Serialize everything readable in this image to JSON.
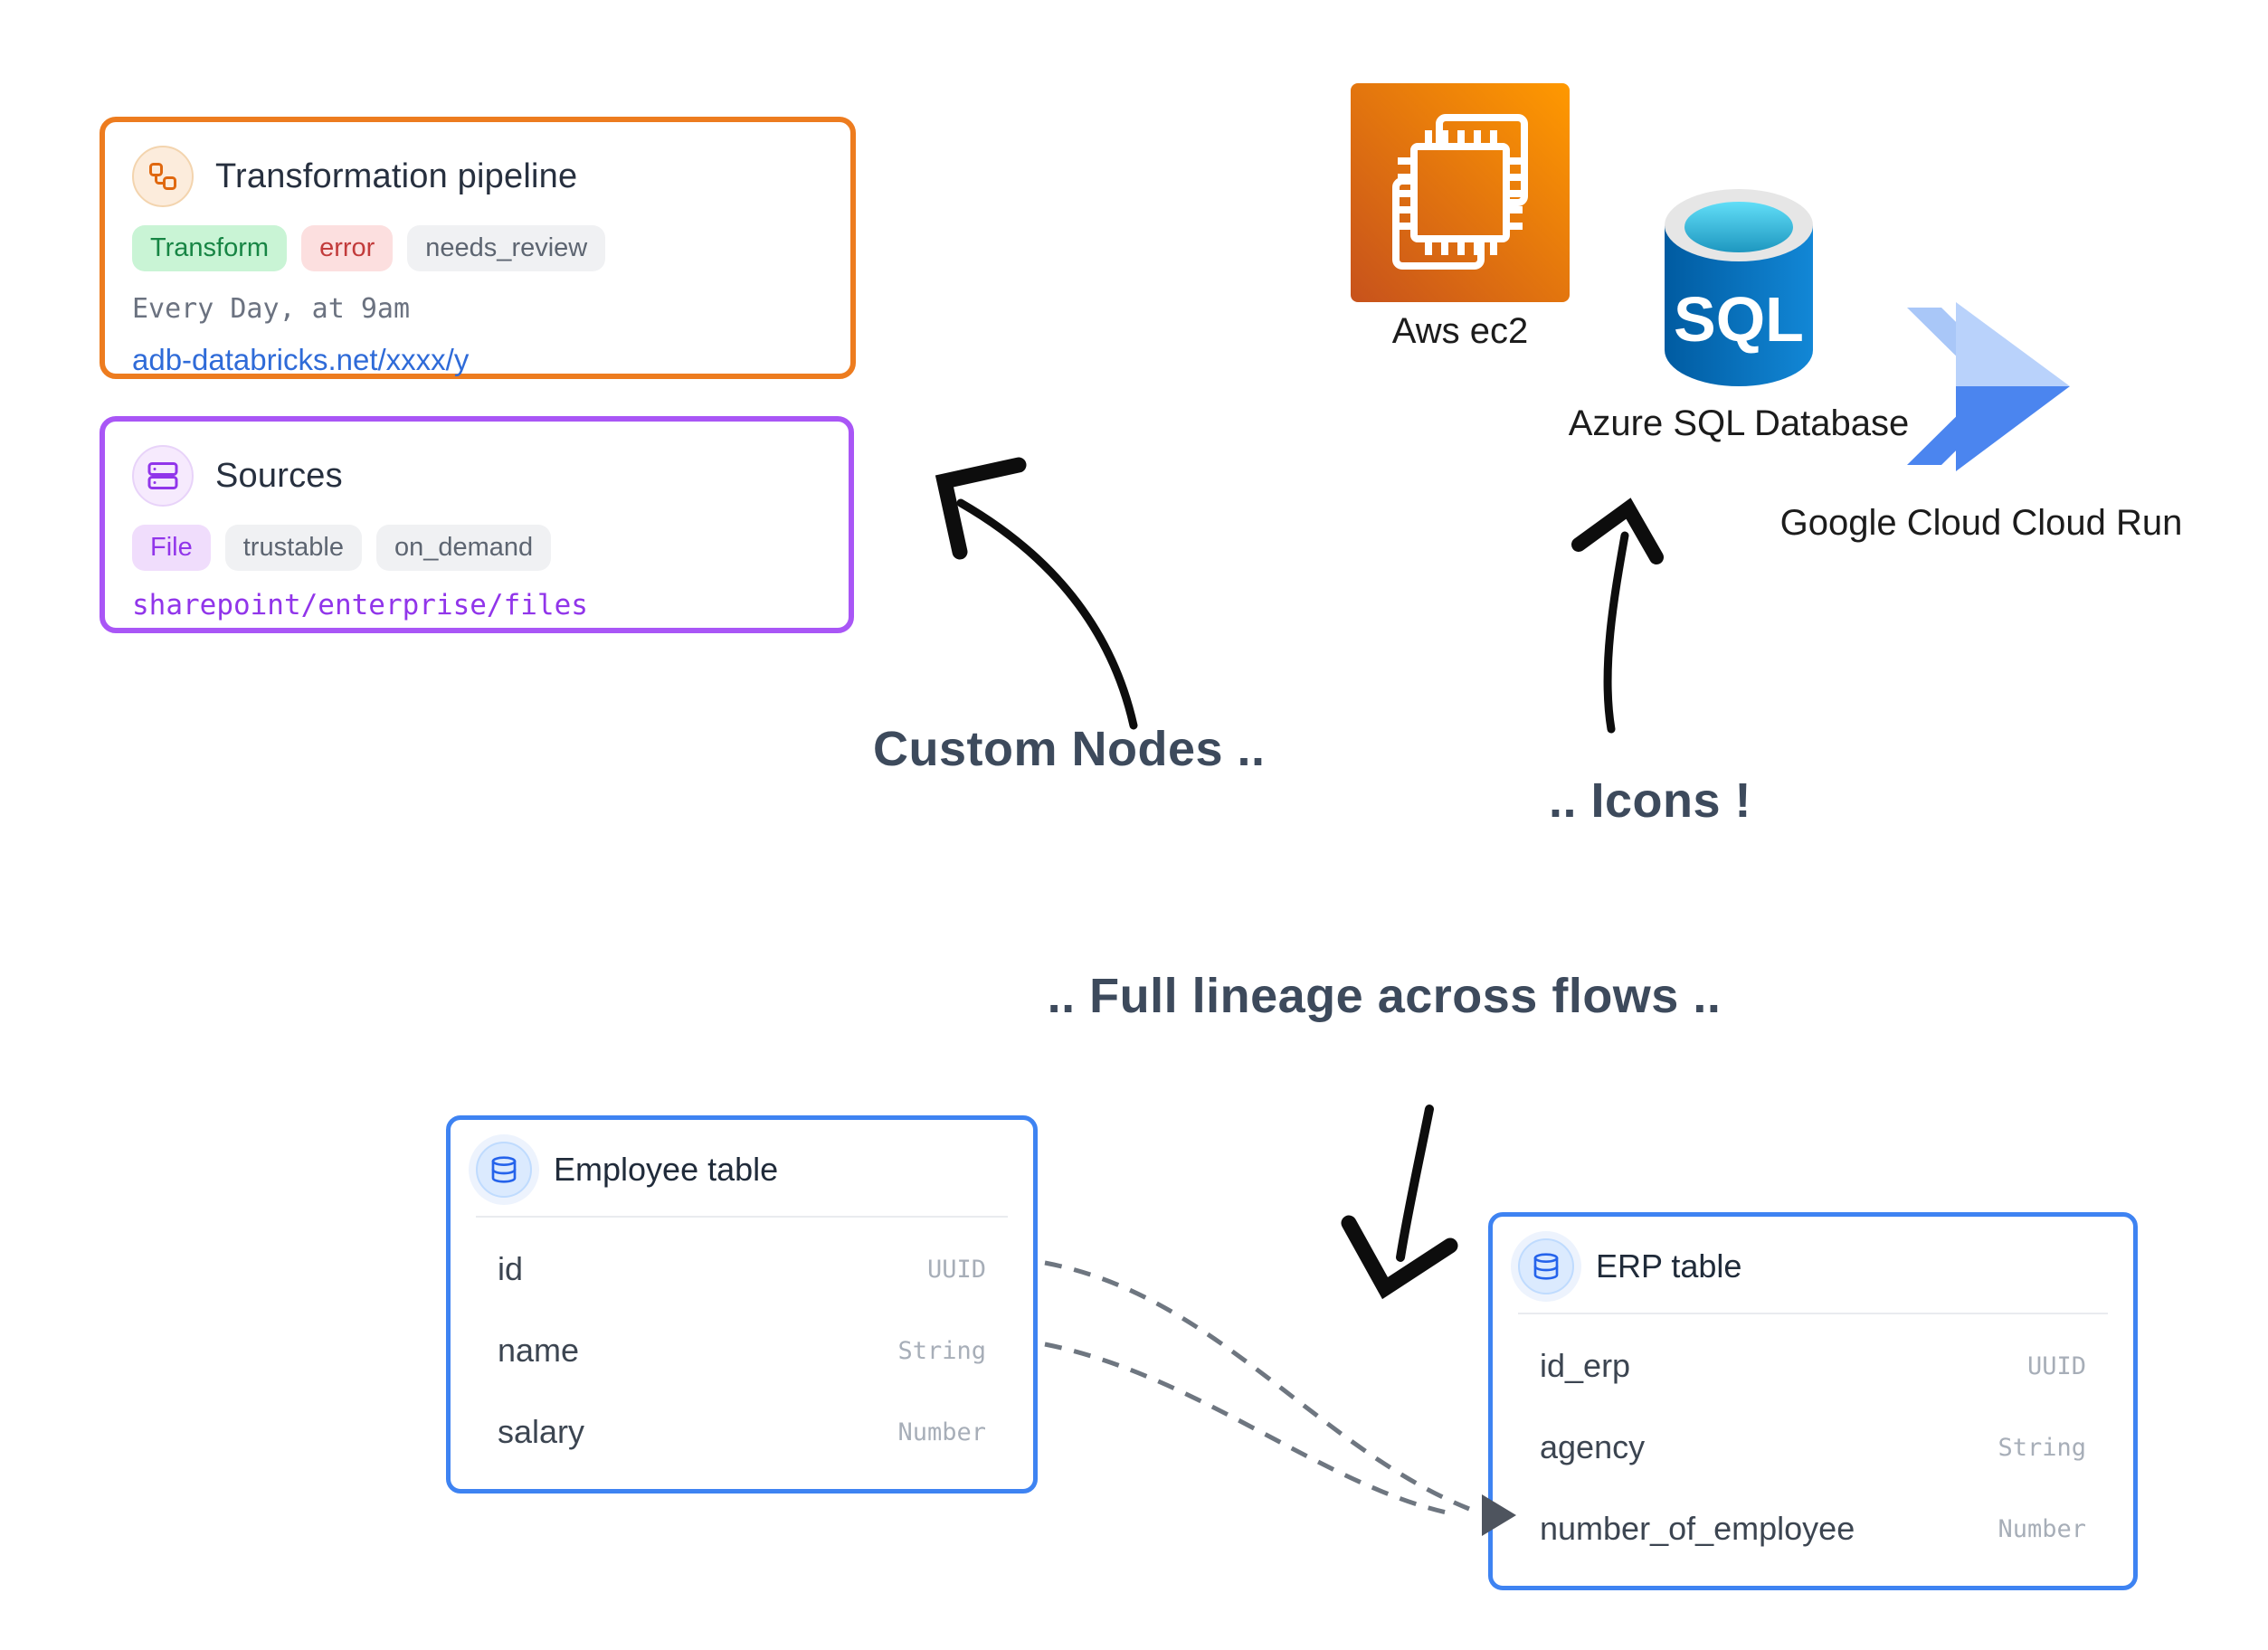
{
  "pipeline_node": {
    "title": "Transformation pipeline",
    "accent": "#ed7c1f",
    "icon": "workflow-icon",
    "badges": [
      {
        "label": "Transform",
        "bg": "#c9f4d5",
        "fg": "#178544"
      },
      {
        "label": "error",
        "bg": "#fcdfdf",
        "fg": "#c23b3b"
      },
      {
        "label": "needs_review",
        "bg": "#f0f1f3",
        "fg": "#5d6571"
      }
    ],
    "schedule": "Every Day, at 9am",
    "link": "adb-databricks.net/xxxx/y",
    "link_color": "#2f6bd8"
  },
  "sources_node": {
    "title": "Sources",
    "accent": "#a956f6",
    "icon": "server-icon",
    "badges": [
      {
        "label": "File",
        "bg": "#f0ddfc",
        "fg": "#9135ea"
      },
      {
        "label": "trustable",
        "bg": "#f0f1f3",
        "fg": "#5d6571"
      },
      {
        "label": "on_demand",
        "bg": "#f0f1f3",
        "fg": "#5d6571"
      }
    ],
    "link": "sharepoint/enterprise/files",
    "link_color": "#9135ea"
  },
  "cloud_icons": {
    "aws": {
      "label": "Aws ec2"
    },
    "azure": {
      "label": "Azure SQL Database",
      "badge_text": "SQL"
    },
    "cloud_run": {
      "label": "Google Cloud Cloud Run"
    }
  },
  "annotations": {
    "custom_nodes": "Custom Nodes ..",
    "icons": ".. Icons !",
    "lineage": ".. Full lineage across flows ..",
    "text_color": "#3d4a5c"
  },
  "employee_node": {
    "title": "Employee table",
    "accent": "#3e83f2",
    "icon": "database-icon",
    "fields": [
      {
        "name": "id",
        "type": "UUID"
      },
      {
        "name": "name",
        "type": "String"
      },
      {
        "name": "salary",
        "type": "Number"
      }
    ]
  },
  "erp_node": {
    "title": "ERP table",
    "accent": "#3e83f2",
    "icon": "database-icon",
    "fields": [
      {
        "name": "id_erp",
        "type": "UUID"
      },
      {
        "name": "agency",
        "type": "String"
      },
      {
        "name": "number_of_employee",
        "type": "Number"
      }
    ]
  },
  "edges": {
    "color": "#6e7680",
    "style": "dashed",
    "connections": [
      {
        "from": "employee.id",
        "to": "erp.number_of_employee"
      },
      {
        "from": "employee.name",
        "to": "erp.number_of_employee"
      }
    ]
  }
}
